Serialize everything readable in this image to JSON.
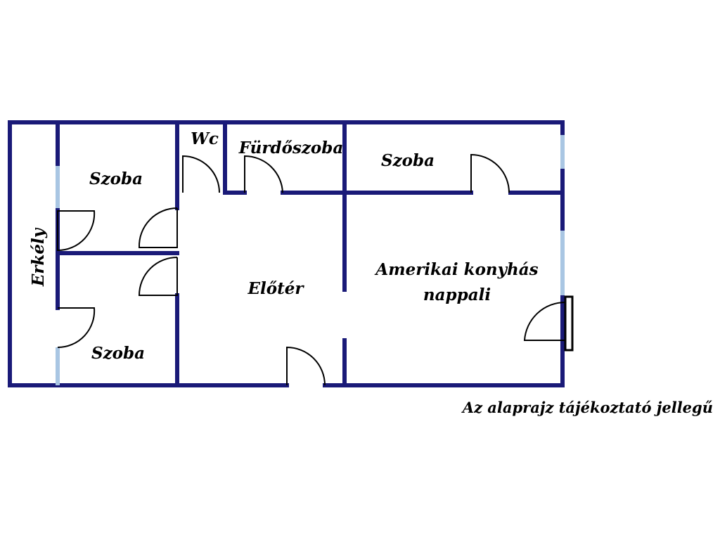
{
  "colors": {
    "wall": "#1a1a78",
    "window": "#a9c6e3",
    "door": "#000000",
    "background": "#ffffff"
  },
  "rooms": {
    "erkely": "Erkély",
    "szoba_top_left": "Szoba",
    "wc": "Wc",
    "furdoszoba": "Fürdőszoba",
    "szoba_top_right": "Szoba",
    "szoba_bottom_left": "Szoba",
    "eloter": "Előtér",
    "nappali_line1": "Amerikai konyhás",
    "nappali_line2": "nappali"
  },
  "note": "Az alaprajz tájékoztató jellegű"
}
